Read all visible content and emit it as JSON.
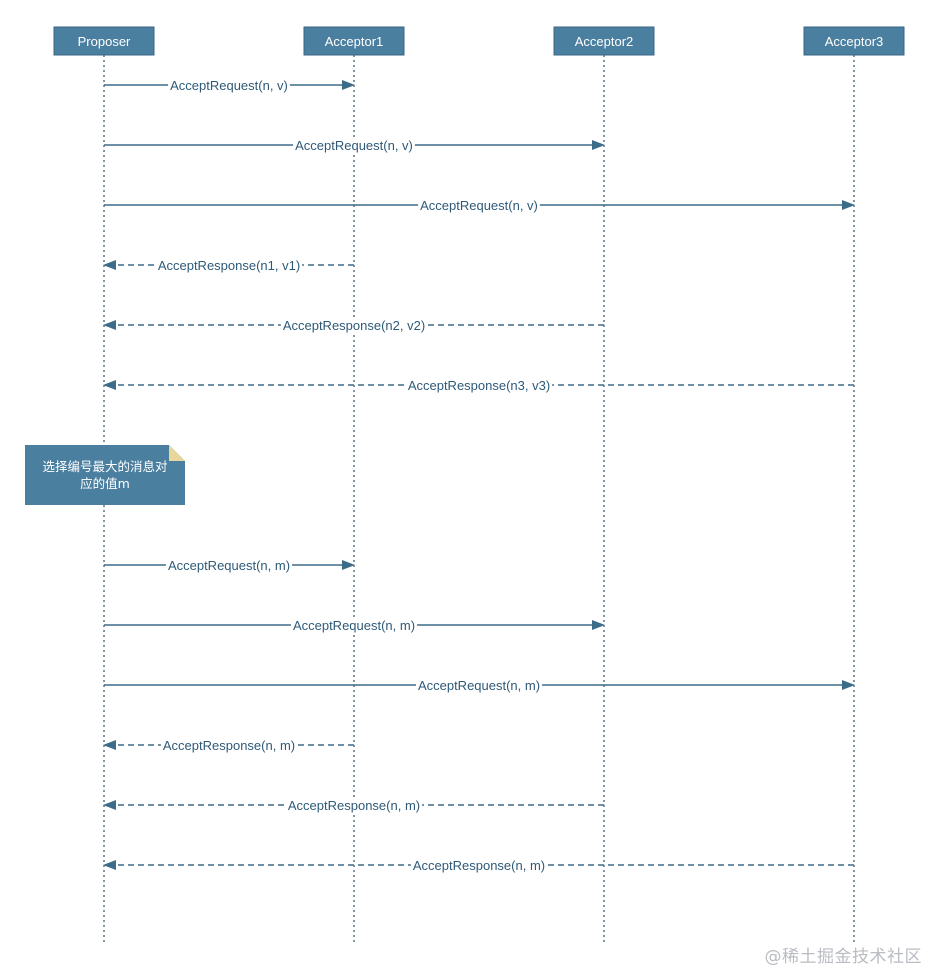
{
  "actors": [
    {
      "id": "proposer",
      "label": "Proposer"
    },
    {
      "id": "acceptor1",
      "label": "Acceptor1"
    },
    {
      "id": "acceptor2",
      "label": "Acceptor2"
    },
    {
      "id": "acceptor3",
      "label": "Acceptor3"
    }
  ],
  "messages": [
    {
      "from": "proposer",
      "to": "acceptor1",
      "label": "AcceptRequest(n, v)",
      "style": "solid"
    },
    {
      "from": "proposer",
      "to": "acceptor2",
      "label": "AcceptRequest(n, v)",
      "style": "solid"
    },
    {
      "from": "proposer",
      "to": "acceptor3",
      "label": "AcceptRequest(n, v)",
      "style": "solid"
    },
    {
      "from": "acceptor1",
      "to": "proposer",
      "label": "AcceptResponse(n1, v1)",
      "style": "dashed"
    },
    {
      "from": "acceptor2",
      "to": "proposer",
      "label": "AcceptResponse(n2, v2)",
      "style": "dashed"
    },
    {
      "from": "acceptor3",
      "to": "proposer",
      "label": "AcceptResponse(n3, v3)",
      "style": "dashed"
    },
    {
      "from": "proposer",
      "to": "acceptor1",
      "label": "AcceptRequest(n, m)",
      "style": "solid"
    },
    {
      "from": "proposer",
      "to": "acceptor2",
      "label": "AcceptRequest(n, m)",
      "style": "solid"
    },
    {
      "from": "proposer",
      "to": "acceptor3",
      "label": "AcceptRequest(n, m)",
      "style": "solid"
    },
    {
      "from": "acceptor1",
      "to": "proposer",
      "label": "AcceptResponse(n, m)",
      "style": "dashed"
    },
    {
      "from": "acceptor2",
      "to": "proposer",
      "label": "AcceptResponse(n, m)",
      "style": "dashed"
    },
    {
      "from": "acceptor3",
      "to": "proposer",
      "label": "AcceptResponse(n, m)",
      "style": "dashed"
    }
  ],
  "note": {
    "attached_to": "proposer",
    "after_message": 6,
    "lines": [
      "选择编号最大的消息对",
      "应的值m"
    ]
  },
  "watermark": "@稀土掘金技术社区",
  "colors": {
    "actor_fill": "#4a7fa0",
    "line": "#3d6b8a",
    "label": "#2e5a78",
    "note_fold": "#e8d79a"
  }
}
